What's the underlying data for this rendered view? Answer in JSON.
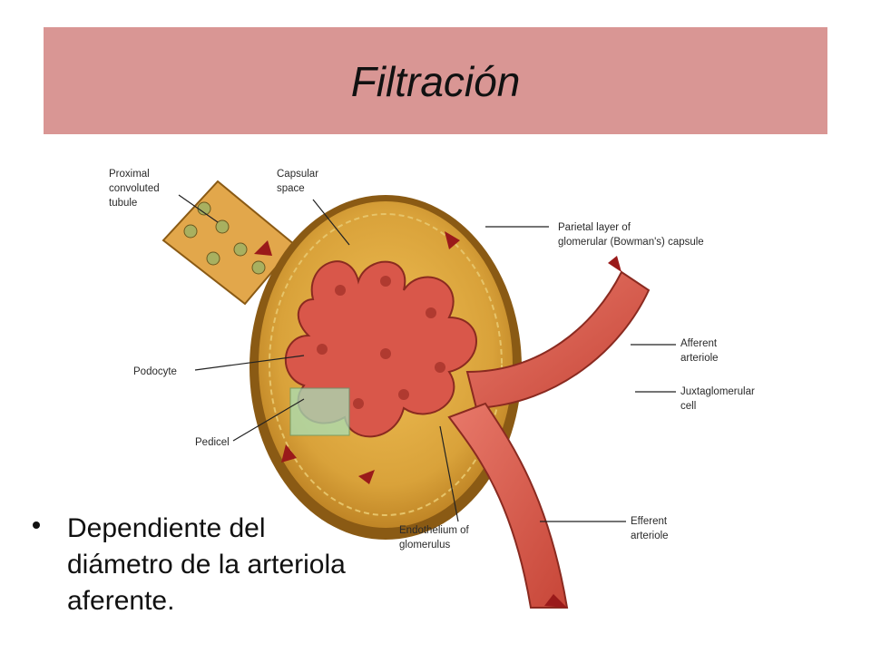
{
  "slide": {
    "title": "Filtración",
    "bullet": "Dependiente del diámetro de la arteriola aferente."
  },
  "diagram": {
    "labels": {
      "proximal_1": "Proximal",
      "proximal_2": "convoluted",
      "proximal_3": "tubule",
      "capsular_1": "Capsular",
      "capsular_2": "space",
      "parietal_1": "Parietal layer of",
      "parietal_2": "glomerular (Bowman's) capsule",
      "podocyte": "Podocyte",
      "afferent_1": "Afferent",
      "afferent_2": "arteriole",
      "juxta_1": "Juxtaglomerular",
      "juxta_2": "cell",
      "pedicel": "Pedicel",
      "endothelium_1": "Endothelium of",
      "endothelium_2": "glomerulus",
      "efferent_1": "Efferent",
      "efferent_2": "arteriole"
    }
  },
  "colors": {
    "title_bar": "#d99694",
    "capsule": "#d49a2a",
    "vessel": "#d9574a",
    "highlight_box": "#a8e0b8",
    "arrow": "#9a1a1a"
  }
}
